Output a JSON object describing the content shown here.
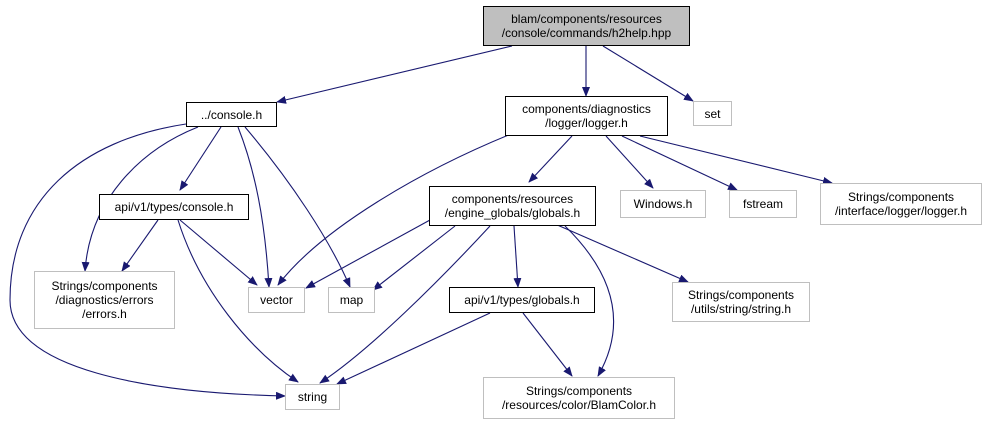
{
  "graph": {
    "colors": {
      "edge": "#191970",
      "root_fill": "#bfbfbf",
      "documented_border": "#000000",
      "external_border": "#bfbfbf"
    },
    "nodes": {
      "root": "blam/components/resources\n/console/commands/h2help.hpp",
      "console_h": "../console.h",
      "logger_h": "components/diagnostics\n/logger/logger.h",
      "set": "set",
      "types_console_h": "api/v1/types/console.h",
      "globals_h": "components/resources\n/engine_globals/globals.h",
      "windows_h": "Windows.h",
      "fstream": "fstream",
      "strings_logger_h": "Strings/components\n/interface/logger/logger.h",
      "errors_h": "Strings/components\n/diagnostics/errors\n/errors.h",
      "vector": "vector",
      "map": "map",
      "types_globals_h": "api/v1/types/globals.h",
      "string_h": "Strings/components\n/utils/string/string.h",
      "string": "string",
      "blamcolor_h": "Strings/components\n/resources/color/BlamColor.h"
    }
  }
}
